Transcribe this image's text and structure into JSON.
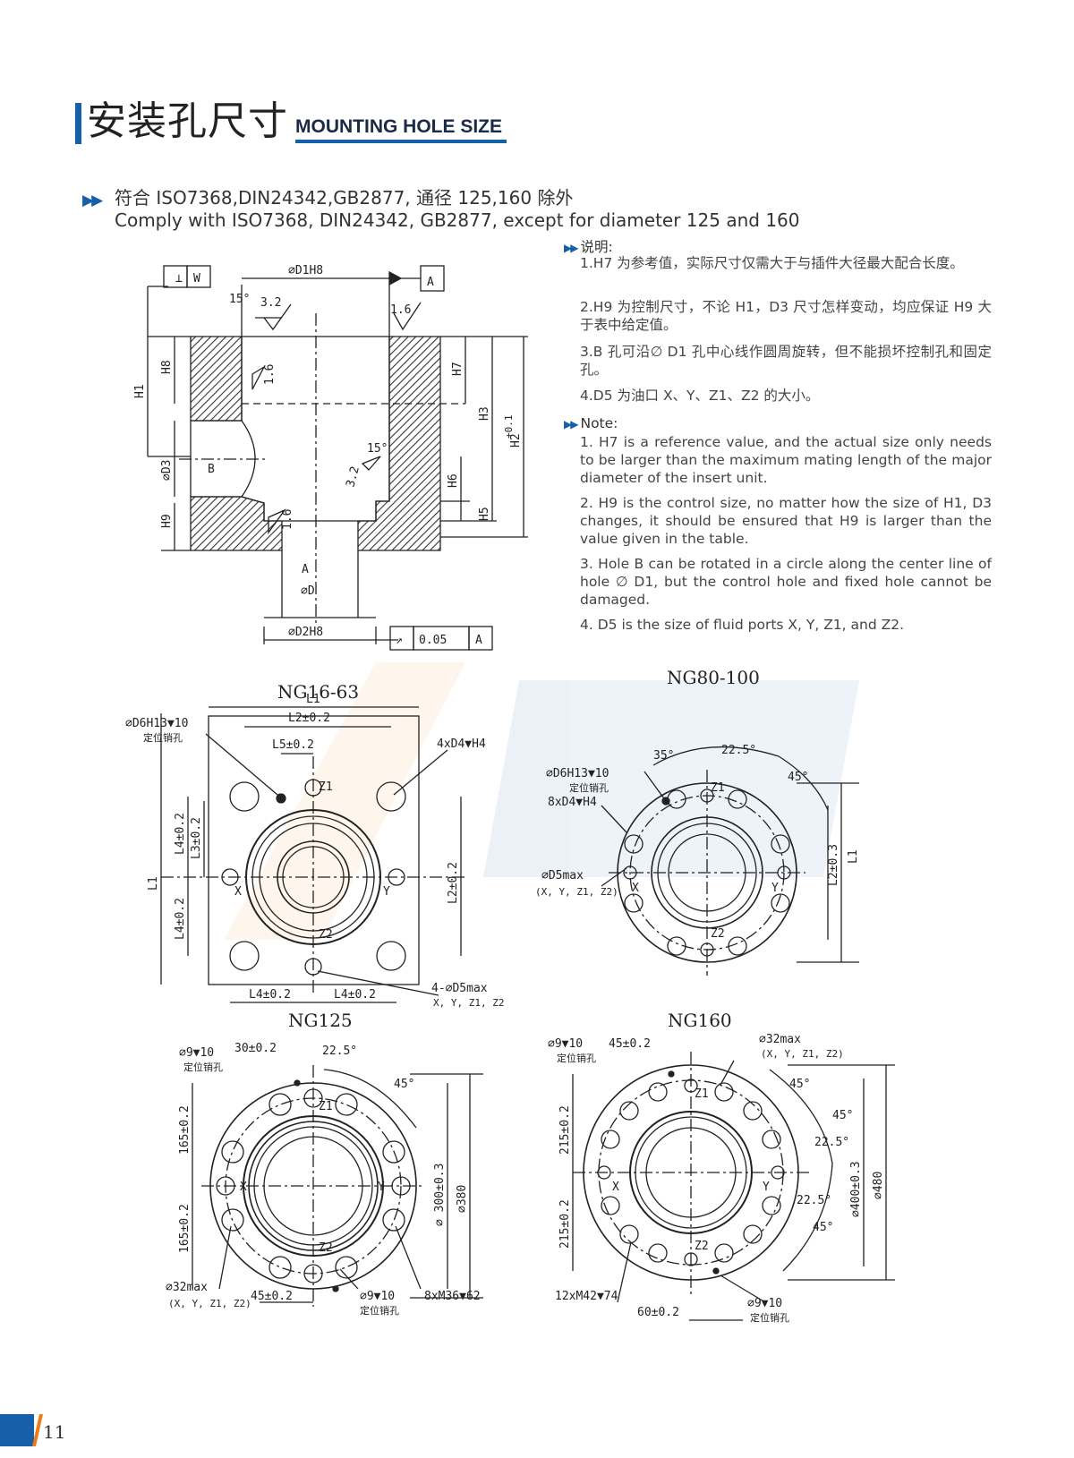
{
  "header": {
    "title_cn": "安装孔尺寸",
    "title_en": "MOUNTING HOLE SIZE"
  },
  "intro": {
    "line_cn": "符合 ISO7368,DIN24342,GB2877, 通径 125,160 除外",
    "line_en": "Comply with ISO7368, DIN24342, GB2877, except for diameter 125 and 160"
  },
  "notes_cn": {
    "heading": "说明:",
    "items": [
      "1.H7 为参考值，实际尺寸仅需大于与插件大径最大配合长度。",
      "2.H9 为控制尺寸，不论 H1，D3 尺寸怎样变动，均应保证 H9 大于表中给定值。",
      "3.B 孔可沿∅ D1 孔中心线作圆周旋转，但不能损坏控制孔和固定孔。",
      "4.D5 为油口 X、Y、Z1、Z2 的大小。"
    ]
  },
  "notes_en": {
    "heading": "Note:",
    "items": [
      "1. H7 is a reference value, and the actual size only needs to be larger than the maximum mating length of the major diameter of the insert unit.",
      "2. H9 is the control size, no matter how the size of H1, D3 changes, it should be ensured that H9 is larger than the value given in the table.",
      "3. Hole B can be rotated in a circle along the center line of hole  ∅ D1, but the control hole and fixed hole cannot be damaged.",
      "4. D5 is the size of fluid ports X, Y, Z1, and Z2."
    ]
  },
  "section_view": {
    "d1": "∅D1H8",
    "d2": "∅D2H8",
    "d": "∅D",
    "d3": "∅D3",
    "datum": "A",
    "w": "W",
    "perp": "⊥",
    "runout_sym": "↗",
    "runout_val": "0.05",
    "angle_15": "15°",
    "rough_32": "3.2",
    "rough_16": "1.6",
    "b": "B",
    "h1": "H1",
    "h2": "H2",
    "h2_tol": "+0.1",
    "h3": "H3",
    "h5": "H5",
    "h6": "H6",
    "h7": "H7",
    "h8": "H8",
    "h9": "H9"
  },
  "views": {
    "ng16": {
      "caption": "NG16-63",
      "l1": "L1",
      "l2": "L2±0.2",
      "l3": "L3±0.2",
      "l4": "L4±0.2",
      "l5": "L5±0.2",
      "d6": "∅D6H13▼10",
      "pin": "定位销孔",
      "d4": "4xD4▼H4",
      "d5": "4-∅D5max",
      "ports": "X, Y, Z1, Z2",
      "x": "X",
      "y": "Y",
      "z1": "Z1",
      "z2": "Z2"
    },
    "ng80": {
      "caption": "NG80-100",
      "a35": "35°",
      "a225": "22.5°",
      "a45": "45°",
      "d6": "∅D6H13▼10",
      "pin": "定位销孔",
      "d4": "8xD4▼H4",
      "d5": "∅D5max",
      "ports": "(X, Y, Z1, Z2)",
      "l1": "L1",
      "l2": "L2±0.3",
      "x": "X",
      "y": "Y",
      "z1": "Z1",
      "z2": "Z2"
    },
    "ng125": {
      "caption": "NG125",
      "d9": "∅9▼10",
      "pin": "定位销孔",
      "d30": "30±0.2",
      "a225": "22.5°",
      "a45": "45°",
      "d165": "165±0.2",
      "d300": "∅ 300±0.3",
      "d380": "∅380",
      "d32": "∅32max",
      "ports": "(X, Y, Z1, Z2)",
      "d45": "45±0.2",
      "m36": "8xM36▼62",
      "x": "X",
      "y": "Y",
      "z1": "Z1",
      "z2": "Z2"
    },
    "ng160": {
      "caption": "NG160",
      "d9": "∅9▼10",
      "pin": "定位销孔",
      "d45": "45±0.2",
      "d32": "∅32max",
      "ports": "(X, Y, Z1, Z2)",
      "a45": "45°",
      "a225": "22.5°",
      "d215": "215±0.2",
      "d400": "∅400±0.3",
      "d480": "∅480",
      "m42": "12xM42▼74",
      "d60": "60±0.2",
      "x": "X",
      "y": "Y",
      "z1": "Z1",
      "z2": "Z2"
    }
  },
  "footer": {
    "page_number": "11"
  },
  "colors": {
    "accent": "#1560a8",
    "orange": "#f07a1a"
  }
}
